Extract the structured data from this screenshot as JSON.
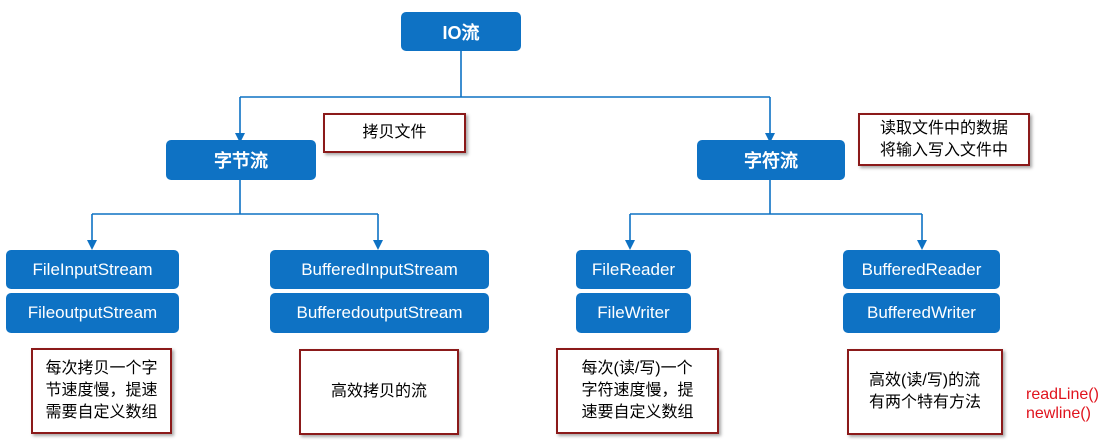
{
  "root": {
    "label": "IO流"
  },
  "byte": {
    "label": "字节流",
    "note": "拷贝文件",
    "basic": {
      "top": "FileInputStream",
      "bottom": "FileoutputStream",
      "note": "每次拷贝一个字\n节速度慢，提速\n需要自定义数组"
    },
    "buffered": {
      "top": "BufferedInputStream",
      "bottom": "BufferedoutputStream",
      "note": "高效拷贝的流"
    }
  },
  "char": {
    "label": "字符流",
    "note": "读取文件中的数据\n将输入写入文件中",
    "basic": {
      "top": "FileReader",
      "bottom": "FileWriter",
      "note": "每次(读/写)一个\n字符速度慢，提\n速要自定义数组"
    },
    "buffered": {
      "top": "BufferedReader",
      "bottom": "BufferedWriter",
      "note": "高效(读/写)的流\n有两个特有方法"
    },
    "methods": "readLine()\nnewline()"
  },
  "colors": {
    "node": "#0e72c4",
    "line": "#0e72c4",
    "note_border": "#8b1a1a",
    "method_text": "#e0141e"
  }
}
